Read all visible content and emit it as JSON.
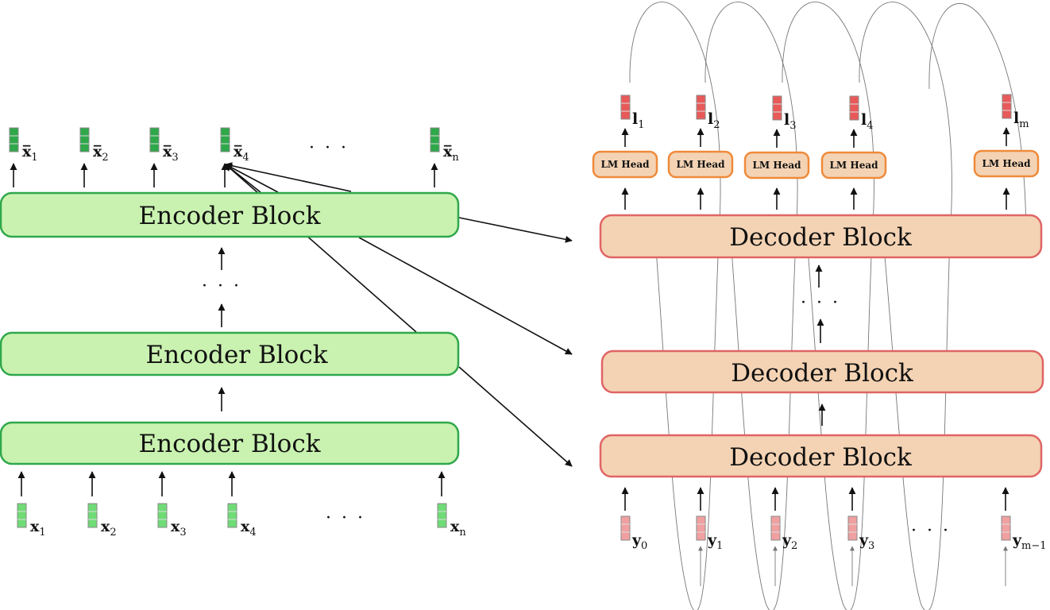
{
  "encoder": {
    "block_label": "Encoder Block",
    "inputs": [
      {
        "name": "x",
        "sub": "1"
      },
      {
        "name": "x",
        "sub": "2"
      },
      {
        "name": "x",
        "sub": "3"
      },
      {
        "name": "x",
        "sub": "4"
      },
      {
        "name": "x",
        "sub": "n"
      }
    ],
    "outputs": [
      {
        "name": "x̅",
        "sub": "1"
      },
      {
        "name": "x̅",
        "sub": "2"
      },
      {
        "name": "x̅",
        "sub": "3"
      },
      {
        "name": "x̅",
        "sub": "4"
      },
      {
        "name": "x̅",
        "sub": "n"
      }
    ],
    "ellipsis": "· · ·"
  },
  "decoder": {
    "block_label": "Decoder Block",
    "lm_head_label": "LM Head",
    "inputs": [
      {
        "name": "y",
        "sub": "0"
      },
      {
        "name": "y",
        "sub": "1"
      },
      {
        "name": "y",
        "sub": "2"
      },
      {
        "name": "y",
        "sub": "3"
      },
      {
        "name": "y",
        "sub": "m−1"
      }
    ],
    "outputs": [
      {
        "name": "l",
        "sub": "1"
      },
      {
        "name": "l",
        "sub": "2"
      },
      {
        "name": "l",
        "sub": "3"
      },
      {
        "name": "l",
        "sub": "4"
      },
      {
        "name": "l",
        "sub": "m"
      }
    ],
    "ellipsis": "· · ·"
  },
  "colors": {
    "encoder_fill": "#c9f2b0",
    "encoder_stroke": "#2fa84a",
    "decoder_fill": "#f4d3b4",
    "decoder_stroke": "#e06464",
    "lm_head_stroke": "#ef8a3a",
    "encoder_output_vector": "#2fa84a",
    "encoder_input_vector": "#6fdc76",
    "decoder_output_vector": "#e85a5a",
    "decoder_input_vector": "#f0a0a0"
  }
}
